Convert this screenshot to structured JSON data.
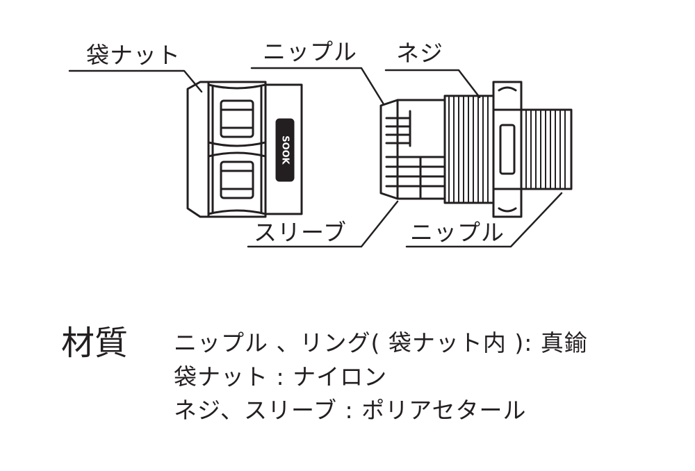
{
  "diagram": {
    "labels": {
      "nut": "袋ナット",
      "nipple_top": "ニップル",
      "screw": "ネジ",
      "sleeve": "スリーブ",
      "nipple_bottom": "ニップル"
    },
    "nut_marking": "SOOK",
    "line_color": "#231f20"
  },
  "material": {
    "title": "材質",
    "lines": [
      "ニップル 、リング( 袋ナット内 ): 真鍮",
      "袋ナット : ナイロン",
      "ネジ、スリーブ : ポリアセタール"
    ]
  }
}
